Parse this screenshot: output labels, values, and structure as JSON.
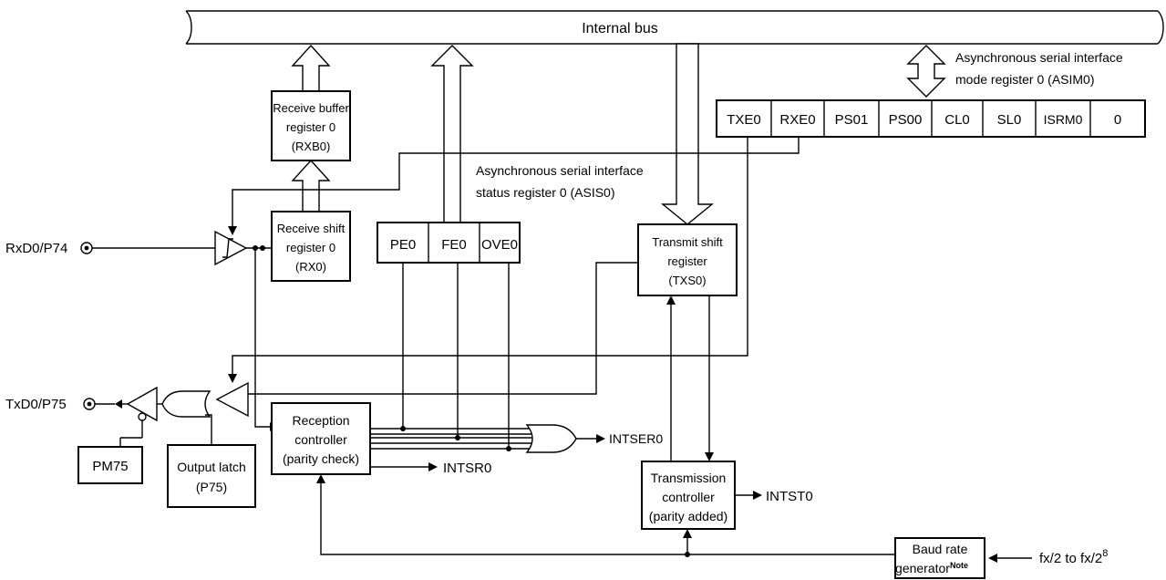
{
  "bus": {
    "label": "Internal bus"
  },
  "asim0": {
    "caption_line1": "Asynchronous serial interface",
    "caption_line2": "mode register 0 (ASIM0)",
    "bits": [
      "TXE0",
      "RXE0",
      "PS01",
      "PS00",
      "CL0",
      "SL0",
      "ISRM0",
      "0"
    ]
  },
  "asis0": {
    "caption_line1": "Asynchronous serial interface",
    "caption_line2": "status register 0 (ASIS0)",
    "bits": [
      "PE0",
      "FE0",
      "OVE0"
    ]
  },
  "rxb0": {
    "line1": "Receive buffer",
    "line2": "register 0",
    "line3": "(RXB0)"
  },
  "rx0": {
    "line1": "Receive shift",
    "line2": "register 0",
    "line3": "(RX0)"
  },
  "txs0": {
    "line1": "Transmit shift",
    "line2": "register",
    "line3": "(TXS0)"
  },
  "reception_controller": {
    "line1": "Reception",
    "line2": "controller",
    "line3": "(parity check)"
  },
  "transmission_controller": {
    "line1": "Transmission",
    "line2": "controller",
    "line3": "(parity added)"
  },
  "baud_rate_generator": {
    "line1": "Baud rate",
    "line2": "generator",
    "note": "Note"
  },
  "output_latch": {
    "line1": "Output latch",
    "line2": "(P75)"
  },
  "pm75": {
    "label": "PM75"
  },
  "pins": {
    "rxd": "RxD0/P74",
    "txd": "TxD0/P75"
  },
  "signals": {
    "intser0": "INTSER0",
    "intsr0": "INTSR0",
    "intst0": "INTST0"
  },
  "clock_input": {
    "text": "fx/2 to fx/2",
    "exponent": "8"
  }
}
